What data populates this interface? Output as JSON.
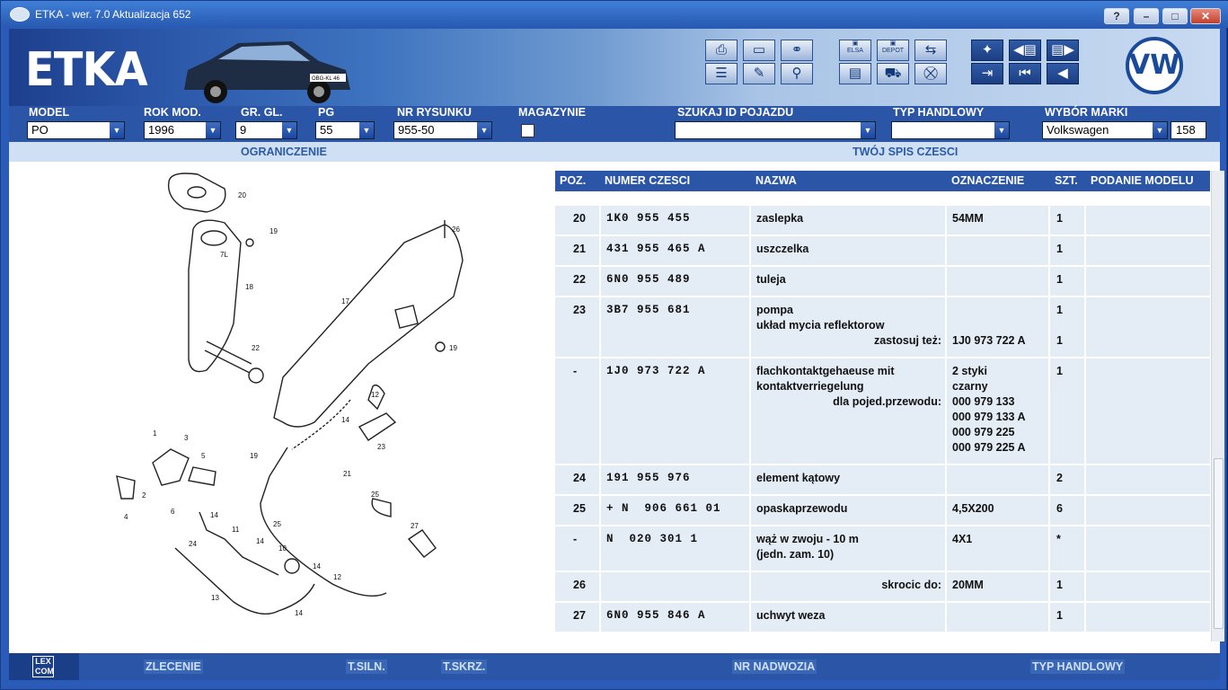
{
  "window": {
    "title": "ETKA - wer. 7.0 Aktualizacja 652",
    "buttons": [
      "?",
      "–",
      "□",
      "✕"
    ]
  },
  "banner": {
    "logo": "ETKA",
    "plate": "OBG-KL 46"
  },
  "toolbar": {
    "group1": [
      "print-icon",
      "window-icon",
      "binoculars-icon",
      "list-icon",
      "pencil-icon",
      "network-icon"
    ],
    "group2_labels": [
      "ELSA",
      "DEPOT"
    ],
    "group3": [
      "pin-icon",
      "back-page-icon",
      "forward-page-icon",
      "exit-icon",
      "first-icon",
      "prev-icon"
    ]
  },
  "brand": "VW",
  "selectors": {
    "model": {
      "label": "MODEL",
      "value": "PO"
    },
    "year": {
      "label": "ROK MOD.",
      "value": "1996"
    },
    "group": {
      "label": "GR. GL.",
      "value": "9"
    },
    "pg": {
      "label": "PG",
      "value": "55"
    },
    "drawing": {
      "label": "NR RYSUNKU",
      "value": "955-50"
    },
    "stock": {
      "label": "MAGAZYNIE"
    },
    "vehicle_id": {
      "label": "SZUKAJ ID POJAZDU",
      "value": ""
    },
    "trade_type": {
      "label": "TYP HANDLOWY",
      "value": ""
    },
    "brand": {
      "label": "WYBÓR MARKI",
      "value": "Volkswagen"
    },
    "count": "158"
  },
  "sections": {
    "left": "OGRANICZENIE",
    "right": "TWÓJ SPIS CZESCI"
  },
  "table": {
    "headers": [
      "POZ.",
      "NUMER CZESCI",
      "NAZWA",
      "OZNACZENIE",
      "SZT.",
      "PODANIE MODELU"
    ],
    "rows": [
      {
        "poz": "20",
        "num": "1K0 955 455",
        "name": [
          "zaslepka"
        ],
        "ozn": [
          "54MM"
        ],
        "szt": [
          "1"
        ]
      },
      {
        "poz": "21",
        "num": "431 955 465 A",
        "name": [
          "uszczelka"
        ],
        "ozn": [],
        "szt": [
          "1"
        ]
      },
      {
        "poz": "22",
        "num": "6N0 955 489",
        "name": [
          "tuleja"
        ],
        "ozn": [],
        "szt": [
          "1"
        ]
      },
      {
        "poz": "23",
        "num": "3B7 955 681",
        "name": [
          "pompa",
          "układ mycia reflektorow",
          "zastosuj też:"
        ],
        "ozn": [
          "",
          "",
          "1J0 973 722 A"
        ],
        "szt": [
          "1",
          "",
          "1"
        ]
      },
      {
        "poz": "-",
        "num": "1J0 973 722 A",
        "name": [
          "flachkontaktgehaeuse mit",
          "kontaktverriegelung",
          "dla pojed.przewodu:"
        ],
        "ozn": [
          "2 styki",
          "czarny",
          "000 979 133",
          "000 979 133 A",
          "000 979 225",
          "000 979 225 A"
        ],
        "szt": [
          "1"
        ]
      },
      {
        "poz": "24",
        "num": "191 955 976",
        "name": [
          "element kątowy"
        ],
        "ozn": [],
        "szt": [
          "2"
        ]
      },
      {
        "poz": "25",
        "num": "+ N  906 661 01",
        "name": [
          "opaskaprzewodu"
        ],
        "ozn": [
          "4,5X200"
        ],
        "szt": [
          "6"
        ]
      },
      {
        "poz": "-",
        "num": "N  020 301 1",
        "name": [
          "wąż w zwoju -  10 m",
          "(jedn. zam. 10)"
        ],
        "ozn": [
          "4X1"
        ],
        "szt": [
          "*"
        ]
      },
      {
        "poz": "26",
        "num": "",
        "name": [
          "skrocic do:"
        ],
        "ozn": [
          "20MM"
        ],
        "szt": [
          "1"
        ]
      },
      {
        "poz": "27",
        "num": "6N0 955 846 A",
        "name": [
          "uchwyt weza"
        ],
        "ozn": [],
        "szt": [
          "1"
        ]
      }
    ]
  },
  "footer": {
    "lex": "LEX COM",
    "buttons": [
      "ZLECENIE",
      "T.SILN.",
      "T.SKRZ.",
      "NR NADWOZIA",
      "TYP HANDLOWY"
    ]
  },
  "diagram_labels": [
    "20",
    "19",
    "26",
    "18",
    "7L",
    "17",
    "22",
    "19",
    "12",
    "14",
    "19",
    "23",
    "21",
    "1",
    "3",
    "5",
    "2",
    "4",
    "6",
    "24",
    "14",
    "11",
    "25",
    "14",
    "10",
    "25",
    "27",
    "14",
    "12",
    "13",
    "14"
  ]
}
